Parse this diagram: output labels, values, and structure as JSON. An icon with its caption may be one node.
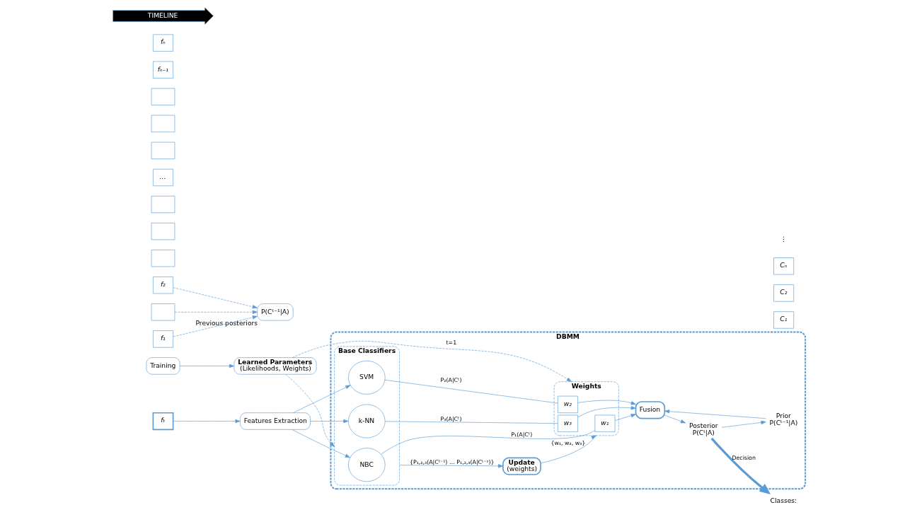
{
  "diagram": {
    "nodes": [
      {
        "text": [
          "Training"
        ]
      },
      {
        "text": [
          "Learned Parameters",
          "(Likelihoods, Weights)"
        ]
      },
      {
        "text": [
          "P(Cᵗ⁻¹|A)"
        ],
        "beside": [
          "Previous posteriors"
        ]
      },
      {
        "text": [
          "DBMM"
        ]
      },
      {
        "text": [
          "Update",
          "(weights)"
        ],
        "in": 3
      },
      {
        "text": [
          "Base Classifiers"
        ],
        "in": 3
      },
      {
        "text": [
          "NBC"
        ],
        "in": 5
      },
      {
        "text": [
          "SVM"
        ],
        "in": 5
      },
      {
        "text": [
          "k-NN"
        ],
        "in": 5
      },
      {
        "text": [
          "Weights"
        ],
        "in": 3
      },
      {
        "text": [
          "w₁"
        ],
        "in": 9
      },
      {
        "text": [
          "w₂"
        ],
        "in": 9
      },
      {
        "text": [
          "w₃"
        ],
        "in": 9
      },
      {
        "text": [
          "Fusion"
        ],
        "in": 3
      },
      {
        "text": [
          "Posterior",
          "P(Cᵗ|A)"
        ],
        "in": 3
      },
      {
        "text": [
          "Prior",
          "P(Cᵗ⁻¹|A)"
        ],
        "in": 3
      },
      {
        "text": [
          "Classes:"
        ]
      },
      {
        "text": [
          "C₁"
        ]
      },
      {
        "text": [
          "C₂"
        ]
      },
      {
        "text": [
          "Cₙ"
        ]
      },
      {
        "text": [
          "Features Extraction"
        ]
      },
      {
        "text": [
          "f₁"
        ]
      },
      {
        "text": [
          "f₂"
        ]
      },
      {
        "text": [],
        "shape": "box"
      },
      {
        "text": [
          "fₜ"
        ]
      },
      {
        "text": [],
        "shape": "box"
      },
      {
        "text": [],
        "shape": "box"
      },
      {
        "text": [],
        "shape": "box"
      },
      {
        "text": [
          "…"
        ]
      },
      {
        "text": [],
        "shape": "box"
      },
      {
        "text": [],
        "shape": "box"
      },
      {
        "text": [],
        "shape": "box"
      },
      {
        "text": [
          "fₙ₋₁"
        ]
      },
      {
        "text": [
          "fₙ"
        ]
      },
      {
        "text": [
          "TIMELINE"
        ]
      }
    ],
    "edges": [
      {
        "from": 0,
        "to": 1,
        "arrow": "to"
      },
      {
        "from": 1,
        "to": 5,
        "arrow": "to",
        "style": "dashed"
      },
      {
        "from": 1,
        "to": 9,
        "arrow": "to",
        "style": "dashed",
        "label": "t=1"
      },
      {
        "from": 5,
        "to": 4,
        "arrow": "to",
        "label": "{P₁,₂,₃(A|Cᵗ⁻¹) … P₁,₂,₃(A|Cᵗ⁻ˢ)}"
      },
      {
        "from": 4,
        "to": 9,
        "arrow": "to",
        "label": "{w₁, w₂, w₃}"
      },
      {
        "from": 20,
        "to": 6,
        "arrow": "to"
      },
      {
        "from": 20,
        "to": 7,
        "arrow": "to"
      },
      {
        "from": 20,
        "to": 8,
        "arrow": "to"
      },
      {
        "from": 6,
        "to": 10,
        "arrow": "none",
        "label": "P₁(A|Cᵗ)"
      },
      {
        "from": 7,
        "to": 11,
        "arrow": "none",
        "label": "P₂(A|Cᵗ)"
      },
      {
        "from": 8,
        "to": 12,
        "arrow": "none",
        "label": "P₃(A|Cᵗ)"
      },
      {
        "from": 10,
        "to": 13,
        "arrow": "to"
      },
      {
        "from": 11,
        "to": 13,
        "arrow": "to"
      },
      {
        "from": 12,
        "to": 13,
        "arrow": "to"
      },
      {
        "from": 13,
        "to": 14,
        "arrow": "to"
      },
      {
        "from": 15,
        "to": 13,
        "arrow": "to"
      },
      {
        "from": 14,
        "to": 15,
        "arrow": "to"
      },
      {
        "from": 14,
        "to": 16,
        "arrow": "to",
        "style": "thick",
        "label": "Decision"
      },
      {
        "from": 24,
        "to": 20,
        "arrow": "to"
      },
      {
        "from": 21,
        "to": 2,
        "arrow": "to",
        "style": "dashed"
      },
      {
        "from": 22,
        "to": 2,
        "arrow": "to",
        "style": "dashed"
      },
      {
        "from": 23,
        "to": 2,
        "arrow": "to",
        "style": "dashed"
      }
    ],
    "labels": [
      "⋮"
    ]
  }
}
